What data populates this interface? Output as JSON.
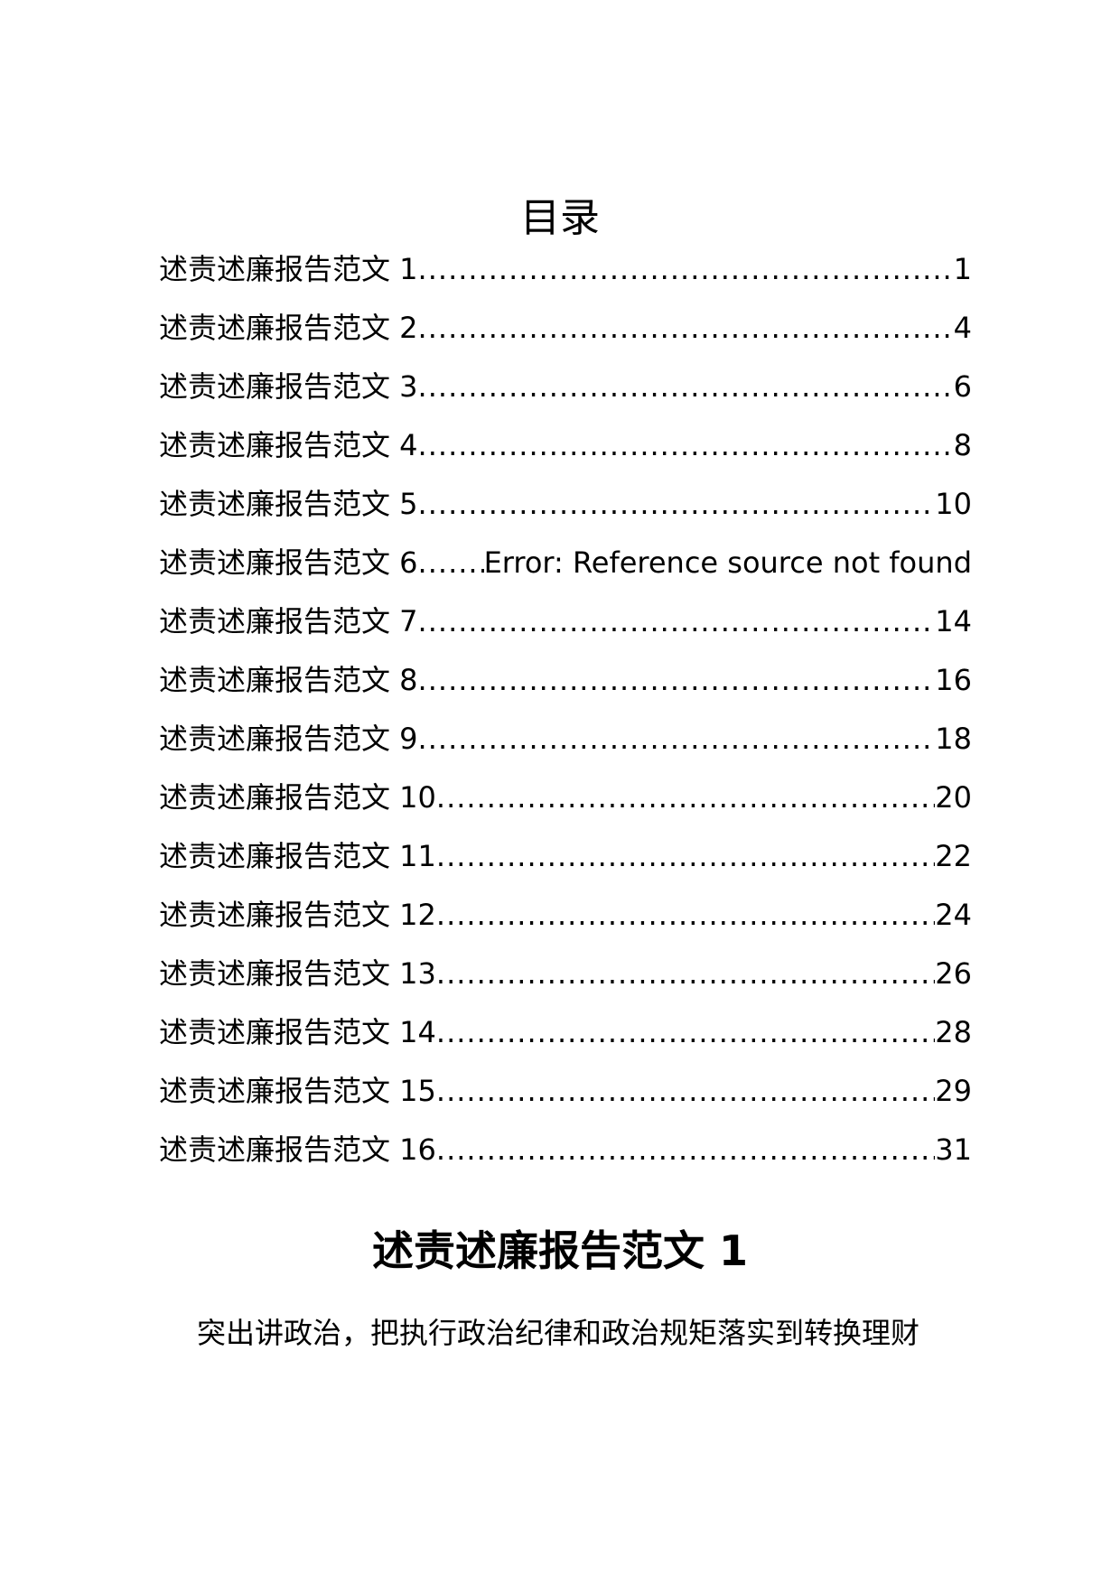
{
  "toc_title": "目录",
  "toc": [
    {
      "label": "述责述廉报告范文 1",
      "page": "1"
    },
    {
      "label": "述责述廉报告范文 2",
      "page": "4"
    },
    {
      "label": "述责述廉报告范文 3",
      "page": "6"
    },
    {
      "label": "述责述廉报告范文 4",
      "page": "8"
    },
    {
      "label": "述责述廉报告范文 5",
      "page": "10"
    },
    {
      "label": "述责述廉报告范文 6",
      "page": "Error: Reference source not found"
    },
    {
      "label": "述责述廉报告范文 7",
      "page": "14"
    },
    {
      "label": "述责述廉报告范文 8",
      "page": "16"
    },
    {
      "label": "述责述廉报告范文 9",
      "page": "18"
    },
    {
      "label": "述责述廉报告范文 10",
      "page": "20"
    },
    {
      "label": "述责述廉报告范文 11",
      "page": "22"
    },
    {
      "label": "述责述廉报告范文 12",
      "page": "24"
    },
    {
      "label": "述责述廉报告范文 13",
      "page": "26"
    },
    {
      "label": "述责述廉报告范文 14",
      "page": "28"
    },
    {
      "label": "述责述廉报告范文 15",
      "page": "29"
    },
    {
      "label": "述责述廉报告范文 16",
      "page": "31"
    }
  ],
  "section": {
    "heading": "述责述廉报告范文 1",
    "first_line": "突出讲政治，把执行政治纪律和政治规矩落实到转换理财"
  }
}
